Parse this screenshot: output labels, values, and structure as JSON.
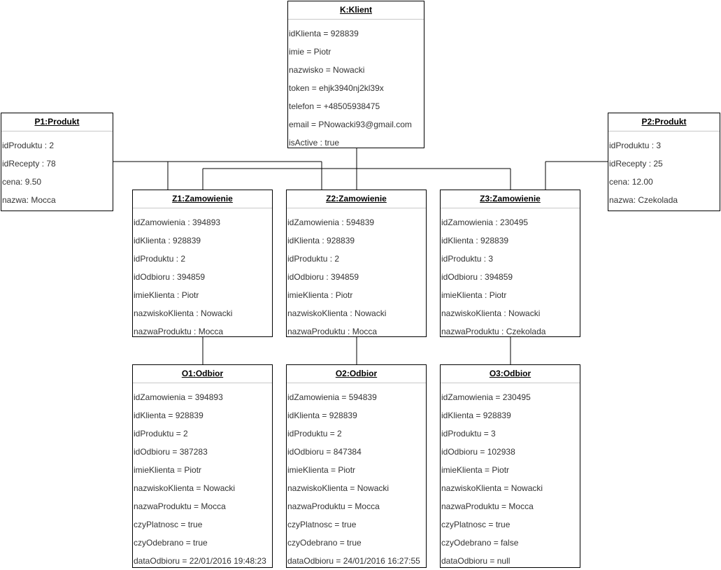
{
  "objects": {
    "k": {
      "title": "K:Klient",
      "attrs": [
        "idKlienta = 928839",
        "imie = Piotr",
        "nazwisko = Nowacki",
        "token = ehjk3940nj2kl39x",
        "telefon = +48505938475",
        "email = PNowacki93@gmail.com",
        "isActive : true"
      ]
    },
    "p1": {
      "title": "P1:Produkt",
      "attrs": [
        "idProduktu : 2",
        "idRecepty : 78",
        "cena: 9.50",
        "nazwa: Mocca"
      ]
    },
    "p2": {
      "title": "P2:Produkt",
      "attrs": [
        "idProduktu : 3",
        "idRecepty : 25",
        "cena: 12.00",
        "nazwa: Czekolada"
      ]
    },
    "z1": {
      "title": "Z1:Zamowienie",
      "attrs": [
        "idZamowienia : 394893",
        "idKlienta : 928839",
        "idProduktu : 2",
        "idOdbioru : 394859",
        "imieKlienta : Piotr",
        "nazwiskoKlienta : Nowacki",
        "nazwaProduktu : Mocca"
      ]
    },
    "z2": {
      "title": "Z2:Zamowienie",
      "attrs": [
        "idZamowienia : 594839",
        "idKlienta : 928839",
        "idProduktu : 2",
        "idOdbioru : 394859",
        "imieKlienta : Piotr",
        "nazwiskoKlienta : Nowacki",
        "nazwaProduktu : Mocca"
      ]
    },
    "z3": {
      "title": "Z3:Zamowienie",
      "attrs": [
        "idZamowienia : 230495",
        "idKlienta : 928839",
        "idProduktu : 3",
        "idOdbioru : 394859",
        "imieKlienta : Piotr",
        "nazwiskoKlienta : Nowacki",
        "nazwaProduktu : Czekolada"
      ]
    },
    "o1": {
      "title": "O1:Odbior",
      "attrs": [
        "idZamowienia = 394893",
        "idKlienta = 928839",
        "idProduktu = 2",
        "idOdbioru = 387283",
        "imieKlienta = Piotr",
        "nazwiskoKlienta = Nowacki",
        "nazwaProduktu = Mocca",
        "czyPlatnosc = true",
        "czyOdebrano = true",
        "dataOdbioru = 22/01/2016 19:48:23"
      ]
    },
    "o2": {
      "title": "O2:Odbior",
      "attrs": [
        "idZamowienia = 594839",
        "idKlienta = 928839",
        "idProduktu = 2",
        "idOdbioru = 847384",
        "imieKlienta = Piotr",
        "nazwiskoKlienta = Nowacki",
        "nazwaProduktu = Mocca",
        "czyPlatnosc = true",
        "czyOdebrano = true",
        "dataOdbioru = 24/01/2016 16:27:55"
      ]
    },
    "o3": {
      "title": "O3:Odbior",
      "attrs": [
        "idZamowienia = 230495",
        "idKlienta = 928839",
        "idProduktu = 3",
        "idOdbioru = 102938",
        "imieKlienta = Piotr",
        "nazwiskoKlienta = Nowacki",
        "nazwaProduktu = Mocca",
        "czyPlatnosc = true",
        "czyOdebrano = false",
        "dataOdbioru = null"
      ]
    }
  }
}
